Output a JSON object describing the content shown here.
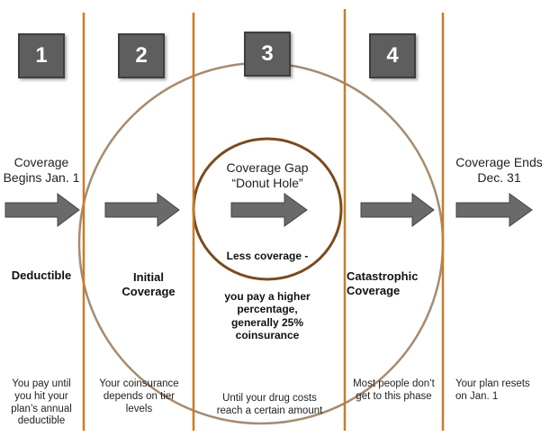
{
  "colors": {
    "divider": "#c97b2a",
    "big_circle": "#a68b70",
    "small_circle": "#7a4a1e",
    "arrow_fill": "#6a6a6a",
    "arrow_stroke": "#444444",
    "badge": "#5e5e5e"
  },
  "badges": [
    "1",
    "2",
    "3",
    "4"
  ],
  "start_label": [
    "Coverage",
    "Begins Jan. 1"
  ],
  "end_label": [
    "Coverage Ends",
    "Dec. 31"
  ],
  "gap_title": [
    "Coverage Gap",
    "“Donut Hole”"
  ],
  "gap_less": "Less coverage -",
  "gap_detail": [
    "you pay a higher",
    "percentage,",
    "generally 25%",
    "coinsurance"
  ],
  "stages": {
    "deductible": [
      "Deductible"
    ],
    "initial": [
      "Initial",
      "Coverage"
    ],
    "catastrophic": [
      "Catastrophic",
      "Coverage"
    ]
  },
  "descriptions": {
    "d1": [
      "You pay until",
      "you hit your",
      "plan’s annual",
      "deductible"
    ],
    "d2": [
      "Your coinsurance",
      "depends on tier",
      "levels"
    ],
    "d3": [
      "Until your drug costs",
      "reach a certain amount"
    ],
    "d4": [
      "Most people don’t",
      "get to this phase"
    ],
    "d5": [
      "Your plan resets",
      "on Jan. 1"
    ]
  }
}
